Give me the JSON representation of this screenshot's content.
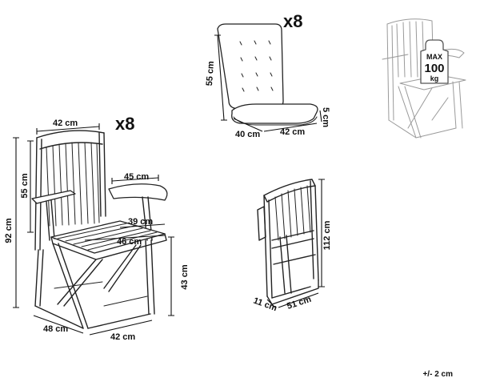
{
  "quantities": {
    "chair": "x8",
    "cushion": "x8"
  },
  "chair_dims": {
    "top_width": "42 cm",
    "backrest_height": "55 cm",
    "total_height": "92 cm",
    "arm_length": "45 cm",
    "seat_depth": "39 cm",
    "seat_width": "46 cm",
    "seat_height": "43 cm",
    "base_depth": "48 cm",
    "base_width": "42 cm"
  },
  "cushion_dims": {
    "back_height": "55 cm",
    "thickness": "5 cm",
    "depth": "40 cm",
    "width": "42 cm"
  },
  "folded_dims": {
    "height": "112 cm",
    "thickness": "11 cm",
    "depth": "51 cm"
  },
  "load_tag": {
    "line1": "MAX",
    "line2": "100",
    "line3": "kg"
  },
  "tolerance": "+/- 2 cm"
}
